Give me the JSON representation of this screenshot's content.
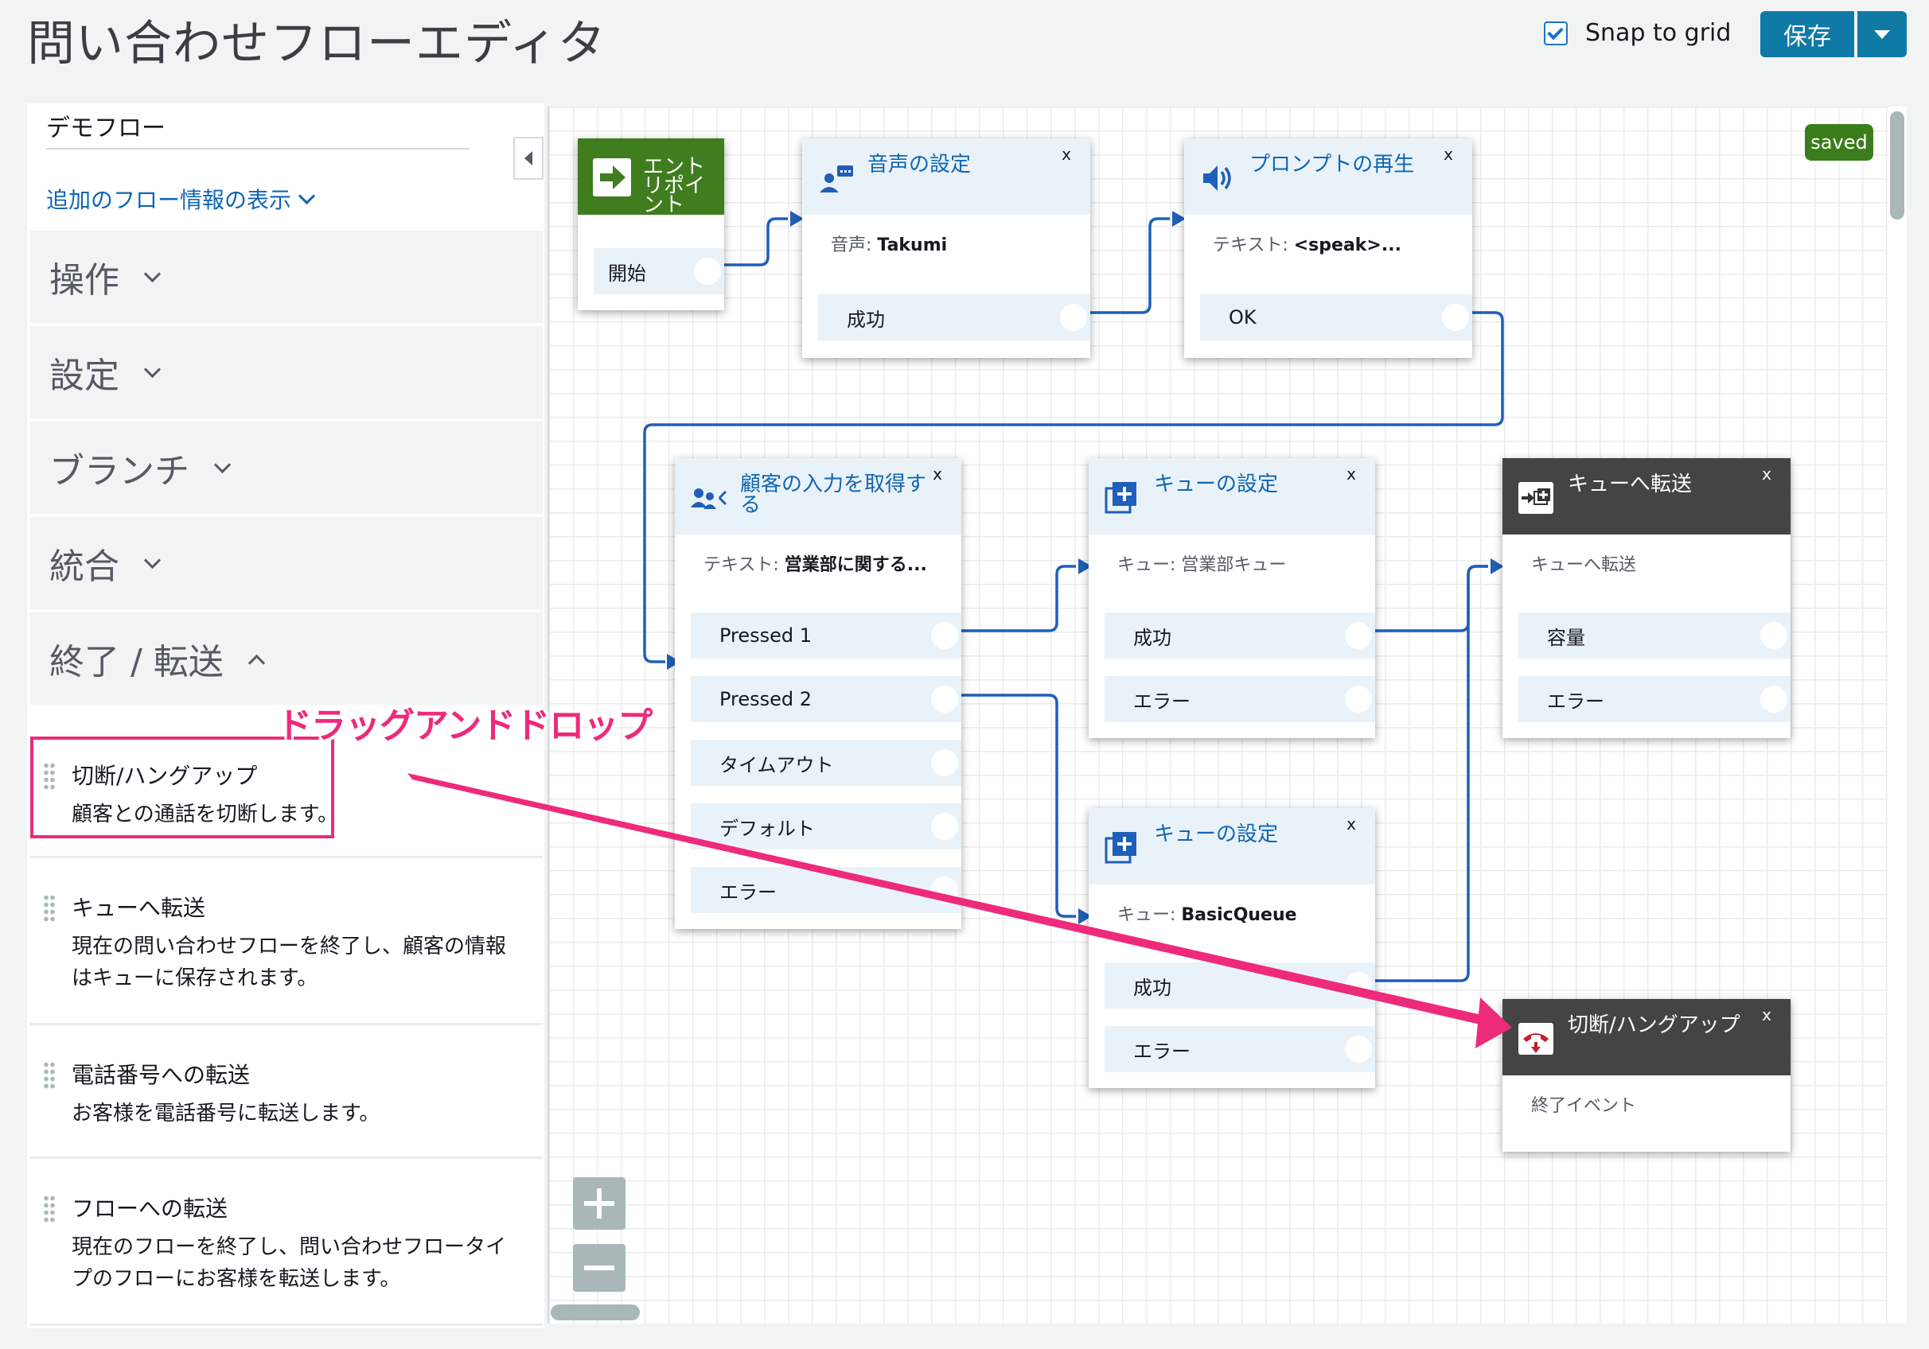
{
  "header": {
    "title": "問い合わせフローエディタ",
    "snap_label": "Snap to grid",
    "snap_checked": true,
    "save_label": "保存"
  },
  "sidebar": {
    "flow_name": "デモフロー",
    "flow_info_link": "追加のフロー情報の表示",
    "categories": [
      {
        "label": "操作",
        "expanded": false
      },
      {
        "label": "設定",
        "expanded": false
      },
      {
        "label": "ブランチ",
        "expanded": false
      },
      {
        "label": "統合",
        "expanded": false
      },
      {
        "label": "終了 / 転送",
        "expanded": true
      }
    ],
    "blocks": [
      {
        "name": "切断/ハングアップ",
        "desc": "顧客との通話を切断します。"
      },
      {
        "name": "キューへ転送",
        "desc": "現在の問い合わせフローを終了し、顧客の情報はキューに保存されます。"
      },
      {
        "name": "電話番号への転送",
        "desc": "お客様を電話番号に転送します。"
      },
      {
        "name": "フローへの転送",
        "desc": "現在のフローを終了し、問い合わせフロータイプのフローにお客様を転送します。"
      }
    ]
  },
  "annotation": {
    "text": "ドラッグアンドドロップ",
    "color": "#ee2a7b"
  },
  "canvas": {
    "status_badge": "saved",
    "entry": {
      "title": "エントリポイント",
      "port": "開始"
    },
    "nodes": {
      "voice": {
        "title": "音声の設定",
        "desc_label": "音声: ",
        "desc_value": "Takumi",
        "ports": [
          "成功"
        ]
      },
      "prompt": {
        "title": "プロンプトの再生",
        "desc_label": "テキスト: ",
        "desc_value": "<speak>...",
        "ports": [
          "OK"
        ]
      },
      "input": {
        "title": "顧客の入力を取得する",
        "desc_label": "テキスト: ",
        "desc_value": "営業部に関する...",
        "ports": [
          "Pressed 1",
          "Pressed 2",
          "タイムアウト",
          "デフォルト",
          "エラー"
        ]
      },
      "queue1": {
        "title": "キューの設定",
        "desc_label": "キュー: ",
        "desc_value": "営業部キュー",
        "ports": [
          "成功",
          "エラー"
        ]
      },
      "queue2": {
        "title": "キューの設定",
        "desc_label": "キュー: ",
        "desc_value": "BasicQueue",
        "ports": [
          "成功",
          "エラー"
        ]
      },
      "transfer": {
        "title": "キューへ転送",
        "desc_label": "キューへ転送",
        "desc_value": "",
        "ports": [
          "容量",
          "エラー"
        ]
      },
      "disconnect": {
        "title": "切断/ハングアップ",
        "desc_label": "終了イベント",
        "desc_value": "",
        "ports": []
      }
    },
    "close_label": "x"
  },
  "colors": {
    "accent": "#0f7aa5",
    "link": "#0f66b3",
    "entry_green": "#3f7d1f",
    "annotation": "#ee2a7b",
    "connector": "#1f5fb8"
  },
  "icons": [
    "close-icon",
    "arrow-right-icon",
    "voice-icon",
    "speaker-icon",
    "branch-icon",
    "queue-add-icon",
    "transfer-icon",
    "hangup-icon",
    "chevron-down-icon",
    "chevron-up-icon",
    "drag-handle-icon",
    "collapse-left-icon",
    "zoom-in-icon",
    "zoom-out-icon"
  ]
}
